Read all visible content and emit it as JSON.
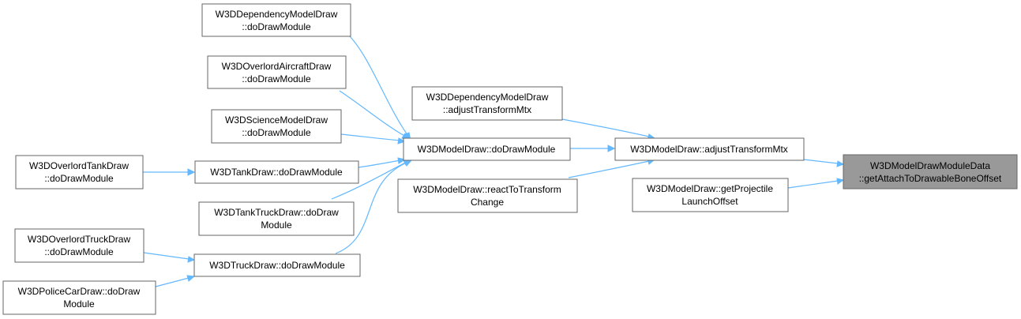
{
  "colors": {
    "edge": "#63b8ff",
    "node_border": "#666666",
    "root_fill": "#999999",
    "node_fill": "#ffffff"
  },
  "nodes": {
    "dependency_dodraw": [
      "W3DDependencyModelDraw",
      "::doDrawModule"
    ],
    "overlord_aircraft_dodraw": [
      "W3DOverlordAircraftDraw",
      "::doDrawModule"
    ],
    "science_dodraw": [
      "W3DScienceModelDraw",
      "::doDrawModule"
    ],
    "overlord_tank_dodraw": [
      "W3DOverlordTankDraw",
      "::doDrawModule"
    ],
    "tank_dodraw": [
      "W3DTankDraw::doDrawModule"
    ],
    "tanktruck_dodraw": [
      "W3DTankTruckDraw::doDraw",
      "Module"
    ],
    "overlord_truck_dodraw": [
      "W3DOverlordTruckDraw",
      "::doDrawModule"
    ],
    "truck_dodraw": [
      "W3DTruckDraw::doDrawModule"
    ],
    "policecar_dodraw": [
      "W3DPoliceCarDraw::doDraw",
      "Module"
    ],
    "dependency_adjust": [
      "W3DDependencyModelDraw",
      "::adjustTransformMtx"
    ],
    "model_dodraw": [
      "W3DModelDraw::doDrawModule"
    ],
    "model_react": [
      "W3DModelDraw::reactToTransform",
      "Change"
    ],
    "model_adjust": [
      "W3DModelDraw::adjustTransformMtx"
    ],
    "model_projectile": [
      "W3DModelDraw::getProjectile",
      "LaunchOffset"
    ],
    "root": [
      "W3DModelDrawModuleData",
      "::getAttachToDrawableBoneOffset"
    ]
  }
}
